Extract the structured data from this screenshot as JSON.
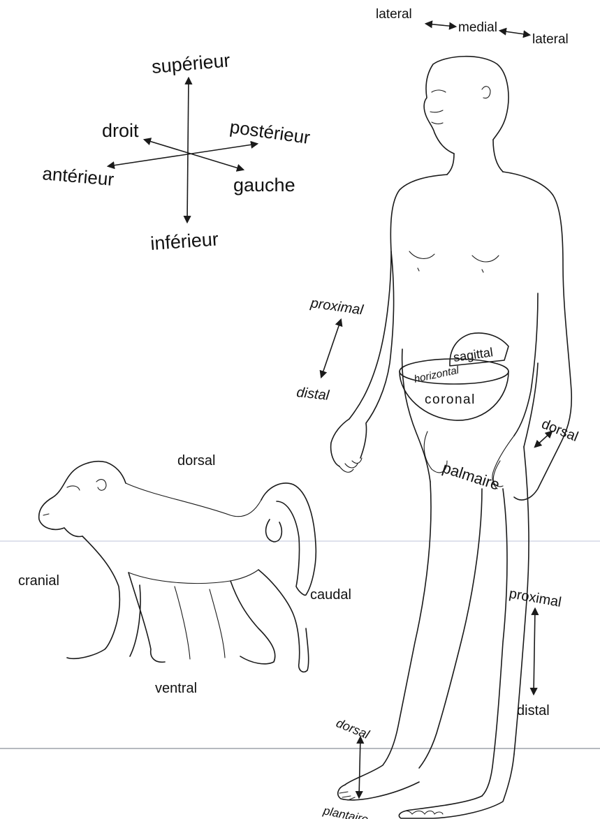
{
  "compass": {
    "superior": "supérieur",
    "inferior": "inférieur",
    "right": "droit",
    "left": "gauche",
    "anterior": "antérieur",
    "posterior": "postérieur"
  },
  "human_top": {
    "lateral_left": "lateral",
    "medial": "medial",
    "lateral_right": "lateral"
  },
  "human_arm": {
    "proximal": "proximal",
    "distal": "distal",
    "dorsal": "dorsal",
    "palmar": "palmaire"
  },
  "planes": {
    "sagittal": "sagittal",
    "horizontal": "horizontal",
    "coronal": "coronal"
  },
  "human_leg": {
    "proximal": "proximal",
    "distal": "distal"
  },
  "human_foot": {
    "dorsal": "dorsal",
    "plantar": "plantaire"
  },
  "baboon": {
    "dorsal": "dorsal",
    "cranial": "cranial",
    "caudal": "caudal",
    "ventral": "ventral"
  }
}
